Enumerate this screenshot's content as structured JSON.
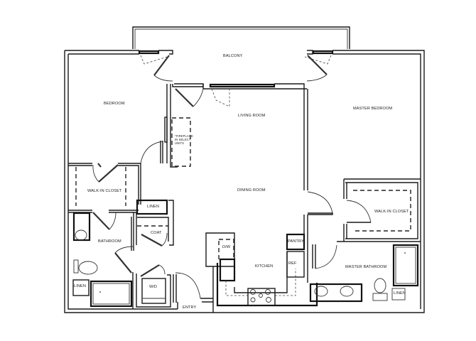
{
  "floorplan": {
    "rooms": {
      "balcony": "BALCONY",
      "bedroom": "BEDROOM",
      "living_room": "LIVING ROOM",
      "dining_room": "DINING ROOM",
      "master_bedroom": "MASTER BEDROOM",
      "walk_in_closet_left": "WALK-IN CLOSET",
      "walk_in_closet_right": "WALK-IN CLOSET",
      "bathroom": "BATHROOM",
      "master_bathroom": "MASTER BATHROOM",
      "kitchen": "KITCHEN",
      "entry": "ENTRY"
    },
    "fixtures": {
      "linen_hall": "LINEN",
      "coat": "COAT",
      "linen_bath": "LINEN",
      "linen_master_bath": "LINEN",
      "washer_dryer": "W/D",
      "dishwasher": "D/W",
      "pantry": "PANTRY",
      "refrigerator": "REF"
    },
    "notes": {
      "fireplace": "*FIREPLACE IN SELECT UNITS"
    },
    "colors": {
      "wall": "#1a1a1a",
      "background": "#ffffff"
    }
  }
}
